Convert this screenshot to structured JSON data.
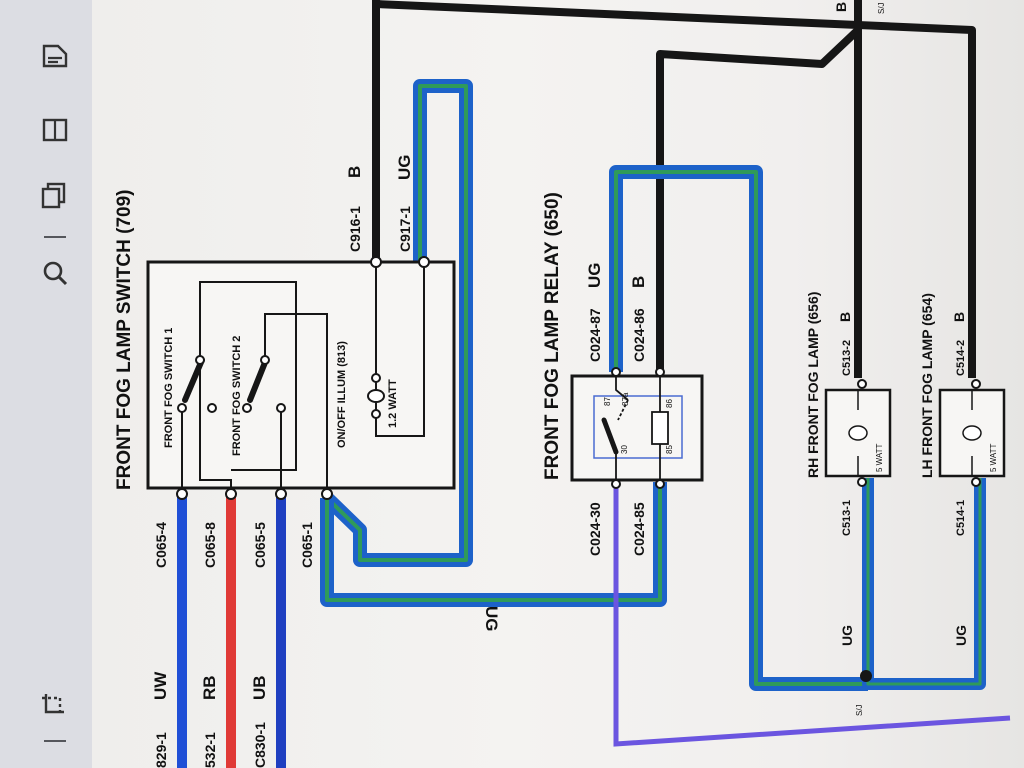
{
  "toolbar": {
    "items": [
      {
        "icon": "annotate-icon"
      },
      {
        "icon": "page-view-icon"
      },
      {
        "icon": "copy-icon"
      },
      {
        "icon": "search-icon"
      },
      {
        "icon": "crop-icon"
      }
    ]
  },
  "diagram": {
    "switch": {
      "title": "FRONT FOG LAMP SWITCH (709)",
      "switch1": "FRONT FOG SWITCH 1",
      "switch2": "FRONT FOG SWITCH 2",
      "illum": "ON/OFF ILLUM (813)",
      "watt": "1.2 WATT"
    },
    "relay": {
      "title": "FRONT FOG LAMP RELAY (650)"
    },
    "rh_lamp": {
      "title": "RH FRONT FOG LAMP (656)",
      "watt": "5 WATT"
    },
    "lh_lamp": {
      "title": "LH FRONT FOG LAMP (654)",
      "watt": "5 WATT"
    },
    "connectors": {
      "c916_1": "C916-1",
      "c917_1": "C917-1",
      "c065_4": "C065-4",
      "c065_8": "C065-8",
      "c065_5": "C065-5",
      "c065_1": "C065-1",
      "c024_87": "C024-87",
      "c024_86": "C024-86",
      "c024_30": "C024-30",
      "c024_85": "C024-85",
      "c513_2": "C513-2",
      "c513_1": "C513-1",
      "c514_2": "C514-2",
      "c514_1": "C514-1",
      "c829_1": "829-1",
      "c532_1": "532-1",
      "c830_1": "C830-1"
    },
    "wire_colors": {
      "b_916": "B",
      "ug_917": "UG",
      "ug_87": "UG",
      "b_86": "B",
      "b_513": "B",
      "b_514": "B",
      "ug_mid": "UG",
      "ug_rh": "UG",
      "ug_lh": "UG",
      "uw": "UW",
      "rb": "RB",
      "ub": "UB",
      "b_top": "B"
    },
    "relay_pins": {
      "p87": "87",
      "p86": "86",
      "p30": "30",
      "p85": "85",
      "p87a": "87a"
    },
    "splices": {
      "top": "S/J",
      "bottom": "S/J"
    },
    "colors": {
      "black_wire": "#161616",
      "blue_wire": "#1f4fd6",
      "blue_green_wire": "#1d62c9",
      "green_stripe": "#2f9a5a",
      "red_wire": "#e03a36",
      "violet_wire": "#6b55e0"
    }
  }
}
